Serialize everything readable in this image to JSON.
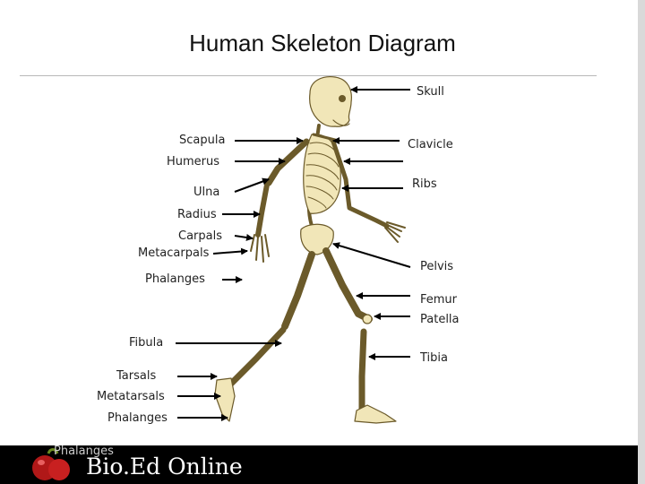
{
  "title": "Human Skeleton Diagram",
  "labels_left": {
    "scapula": "Scapula",
    "humerus": "Humerus",
    "ulna": "Ulna",
    "radius": "Radius",
    "carpals": "Carpals",
    "metacarpals": "Metacarpals",
    "phalanges_hand": "Phalanges",
    "fibula": "Fibula",
    "tarsals": "Tarsals",
    "metatarsals": "Metatarsals",
    "phalanges_foot": "Phalanges"
  },
  "labels_right": {
    "skull": "Skull",
    "clavicle": "Clavicle",
    "ribs": "Ribs",
    "pelvis": "Pelvis",
    "femur": "Femur",
    "patella": "Patella",
    "tibia": "Tibia"
  },
  "footer": {
    "brand": "Bio.Ed Online",
    "overlap_text": "Phalanges"
  },
  "colors": {
    "bone_fill": "#f1e6b8",
    "bone_stroke": "#6b5a2a",
    "arrow": "#000000",
    "footer_bg": "#000000"
  }
}
